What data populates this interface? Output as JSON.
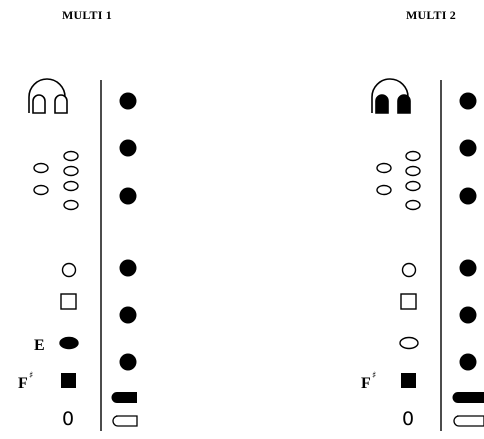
{
  "charts": [
    {
      "title": "MULTI 1",
      "left_marks": {
        "E": "E",
        "Fsharp": "F",
        "sharp": "♯",
        "zero": "0"
      },
      "octave_key": "open",
      "key_E": "filled",
      "key_Fsharp": "filled"
    },
    {
      "title": "MULTI 2",
      "left_marks": {
        "E": "",
        "Fsharp": "F",
        "sharp": "♯",
        "zero": "0"
      },
      "octave_key": "filled",
      "key_E": "open",
      "key_Fsharp": "filled"
    }
  ]
}
